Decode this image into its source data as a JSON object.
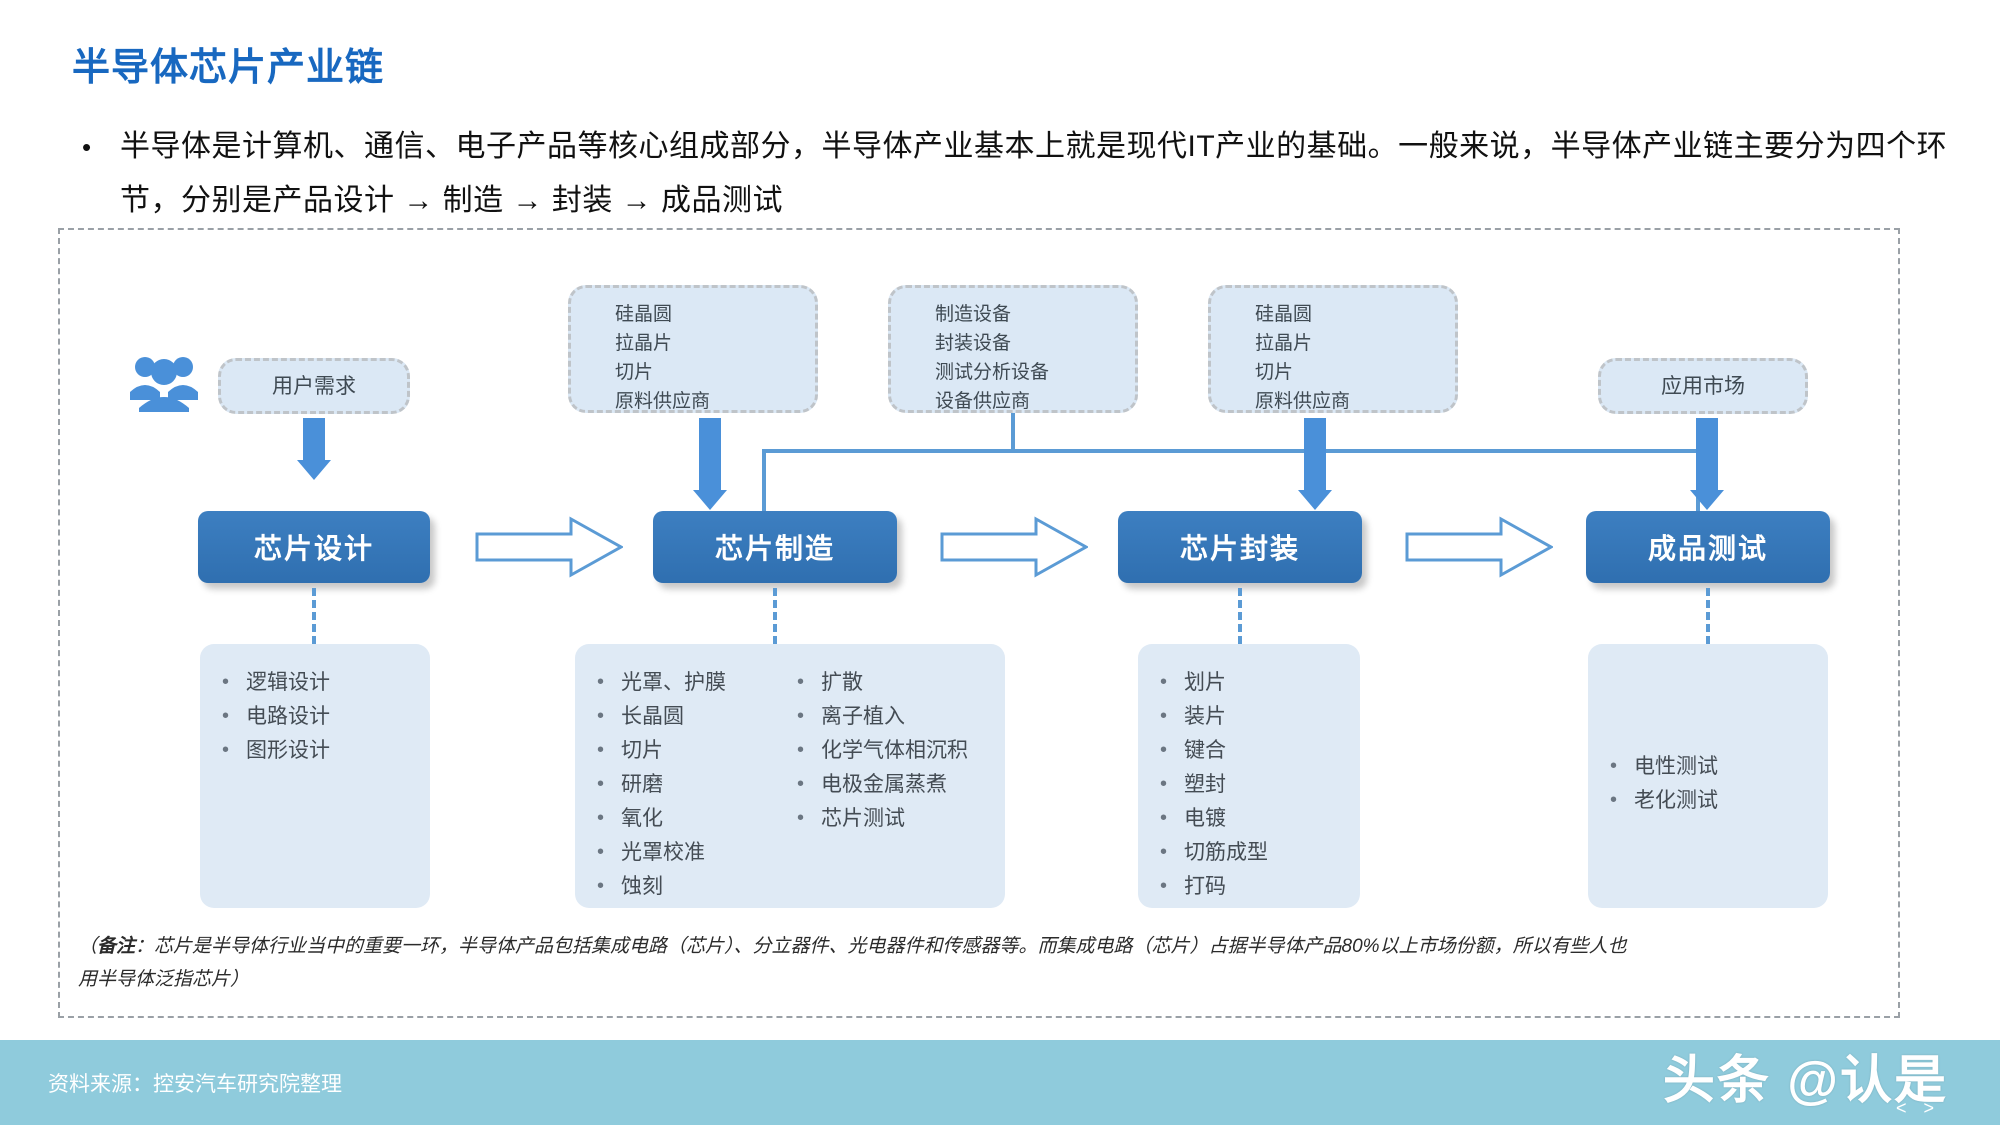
{
  "title": "半导体芯片产业链",
  "lead": {
    "bullet": "•",
    "text": "半导体是计算机、通信、电子产品等核心组成部分，半导体产业基本上就是现代IT产业的基础。一般来说，半导体产业链主要分为四个环节，分别是产品设计 → 制造 → 封装 → 成品测试"
  },
  "sources": [
    {
      "name": "user-demand",
      "lines": [
        "用户需求"
      ]
    },
    {
      "name": "silicon-wafer-supply-1",
      "lines": [
        "硅晶圆",
        "拉晶片",
        "切片",
        "原料供应商"
      ]
    },
    {
      "name": "equipment-supply",
      "lines": [
        "制造设备",
        "封装设备",
        "测试分析设备",
        "设备供应商"
      ]
    },
    {
      "name": "silicon-wafer-supply-2",
      "lines": [
        "硅晶圆",
        "拉晶片",
        "切片",
        "原料供应商"
      ]
    },
    {
      "name": "application-market",
      "lines": [
        "应用市场"
      ]
    }
  ],
  "source_text": {
    "user_demand": "用户需求",
    "application_market": "应用市场",
    "wafer_1_l1": "硅晶圆",
    "wafer_1_l2": "拉晶片",
    "wafer_1_l3": "切片",
    "wafer_1_l4": "原料供应商",
    "equip_l1": "制造设备",
    "equip_l2": "封装设备",
    "equip_l3": "测试分析设备",
    "equip_l4": "设备供应商",
    "wafer_2_l1": "硅晶圆",
    "wafer_2_l2": "拉晶片",
    "wafer_2_l3": "切片",
    "wafer_2_l4": "原料供应商"
  },
  "stages": [
    {
      "label": "芯片设计"
    },
    {
      "label": "芯片制造"
    },
    {
      "label": "芯片封装"
    },
    {
      "label": "成品测试"
    }
  ],
  "details": {
    "design": {
      "col1": [
        "逻辑设计",
        "电路设计",
        "图形设计"
      ],
      "col2": []
    },
    "manufacture": {
      "col1": [
        "光罩、护膜",
        "长晶圆",
        "切片",
        "研磨",
        "氧化",
        "光罩校准",
        "蚀刻"
      ],
      "col2": [
        "扩散",
        "离子植入",
        "化学气体相沉积",
        "电极金属蒸煮",
        "芯片测试"
      ]
    },
    "package": {
      "col1": [
        "划片",
        "装片",
        "键合",
        "塑封",
        "电镀",
        "切筋成型",
        "打码"
      ],
      "col2": []
    },
    "test": {
      "col1": [
        "电性测试",
        "老化测试"
      ],
      "col2": []
    }
  },
  "footnote": {
    "line1_prefix": "（",
    "line1_bold": "备注",
    "line1": "：芯片是半导体行业当中的重要一环，半导体产品包括集成电路（芯片）、分立器件、光电器件和传感器等。而集成电路（芯片）占据半导体产品80%以上市场份额，所以有些人也",
    "line2": "用半导体泛指芯片）"
  },
  "footer": {
    "source": "资料来源：控安汽车研究院整理",
    "watermark": "头条 @认是",
    "watermark_sub": "< >"
  },
  "colors": {
    "title_blue": "#1868C0",
    "process_blue": "#2F6FB0",
    "light_blue": "#dbe8f5",
    "arrow_blue": "#4A90D9",
    "bottom_bar": "#8FCBDC"
  }
}
